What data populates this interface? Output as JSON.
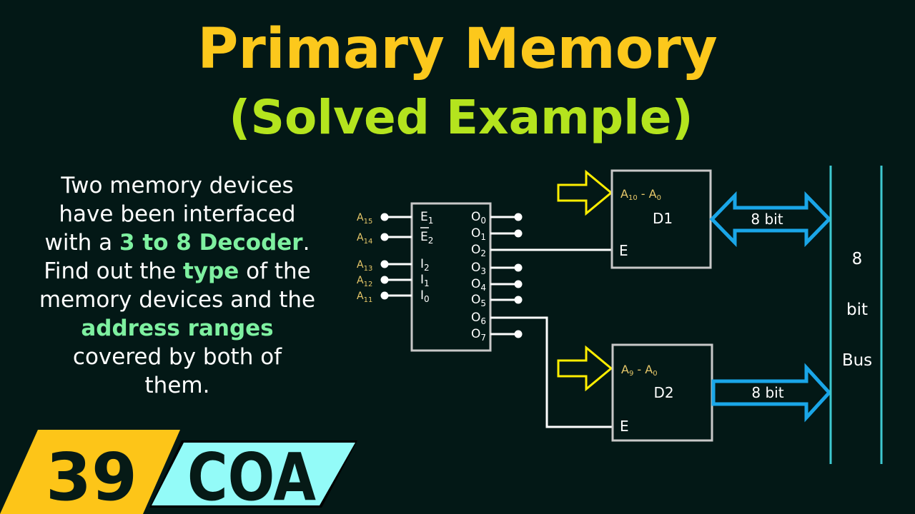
{
  "title": "Primary Memory",
  "subtitle": "(Solved Example)",
  "problem": {
    "lines": [
      [
        {
          "t": "Two memory devices"
        }
      ],
      [
        {
          "t": "have been interfaced"
        }
      ],
      [
        {
          "t": "with a "
        },
        {
          "t": "3 to 8 Decoder",
          "hl": true
        },
        {
          "t": "."
        }
      ],
      [
        {
          "t": "Find out the "
        },
        {
          "t": "type",
          "hl": true
        },
        {
          "t": " of the"
        }
      ],
      [
        {
          "t": "memory devices and the"
        }
      ],
      [
        {
          "t": "address ranges",
          "hl": true
        }
      ],
      [
        {
          "t": "covered by both of"
        }
      ],
      [
        {
          "t": "them."
        }
      ]
    ]
  },
  "decoder": {
    "inputs": [
      {
        "addr": "A",
        "addr_sub": "15",
        "pin": "E",
        "pin_sub": "1",
        "overline": false
      },
      {
        "addr": "A",
        "addr_sub": "14",
        "pin": "E",
        "pin_sub": "2",
        "overline": true
      },
      {
        "addr": "A",
        "addr_sub": "13",
        "pin": "I",
        "pin_sub": "2",
        "overline": false
      },
      {
        "addr": "A",
        "addr_sub": "12",
        "pin": "I",
        "pin_sub": "1",
        "overline": false
      },
      {
        "addr": "A",
        "addr_sub": "11",
        "pin": "I",
        "pin_sub": "0",
        "overline": false
      }
    ],
    "outputs": [
      {
        "pin": "O",
        "sub": "0",
        "connected_to": ""
      },
      {
        "pin": "O",
        "sub": "1",
        "connected_to": ""
      },
      {
        "pin": "O",
        "sub": "2",
        "connected_to": "D1"
      },
      {
        "pin": "O",
        "sub": "3",
        "connected_to": ""
      },
      {
        "pin": "O",
        "sub": "4",
        "connected_to": ""
      },
      {
        "pin": "O",
        "sub": "5",
        "connected_to": ""
      },
      {
        "pin": "O",
        "sub": "6",
        "connected_to": "D2"
      },
      {
        "pin": "O",
        "sub": "7",
        "connected_to": ""
      }
    ]
  },
  "devices": [
    {
      "name": "D1",
      "addr_hi": "A",
      "addr_hi_sub": "10",
      "sep": " - ",
      "addr_lo": "A",
      "addr_lo_sub": "0",
      "enable": "E",
      "data_label": "8 bit",
      "data_direction": "bidirectional"
    },
    {
      "name": "D2",
      "addr_hi": "A",
      "addr_hi_sub": "9",
      "sep": " - ",
      "addr_lo": "A",
      "addr_lo_sub": "0",
      "enable": "E",
      "data_label": "8 bit",
      "data_direction": "to-bus"
    }
  ],
  "bus": {
    "lines": [
      "8",
      "bit",
      "Bus"
    ]
  },
  "badges": {
    "episode": "39",
    "series": "COA"
  },
  "colors": {
    "background": "#031816",
    "title": "#fcc81c",
    "subtitle": "#b4e41e",
    "highlight": "#7ef0a0",
    "address_arrow": "#ffee00",
    "data_arrow": "#1aa6e8",
    "bus": "#3ec8d0",
    "episode_badge": "#fdc518",
    "series_badge": "#93fbf8"
  }
}
